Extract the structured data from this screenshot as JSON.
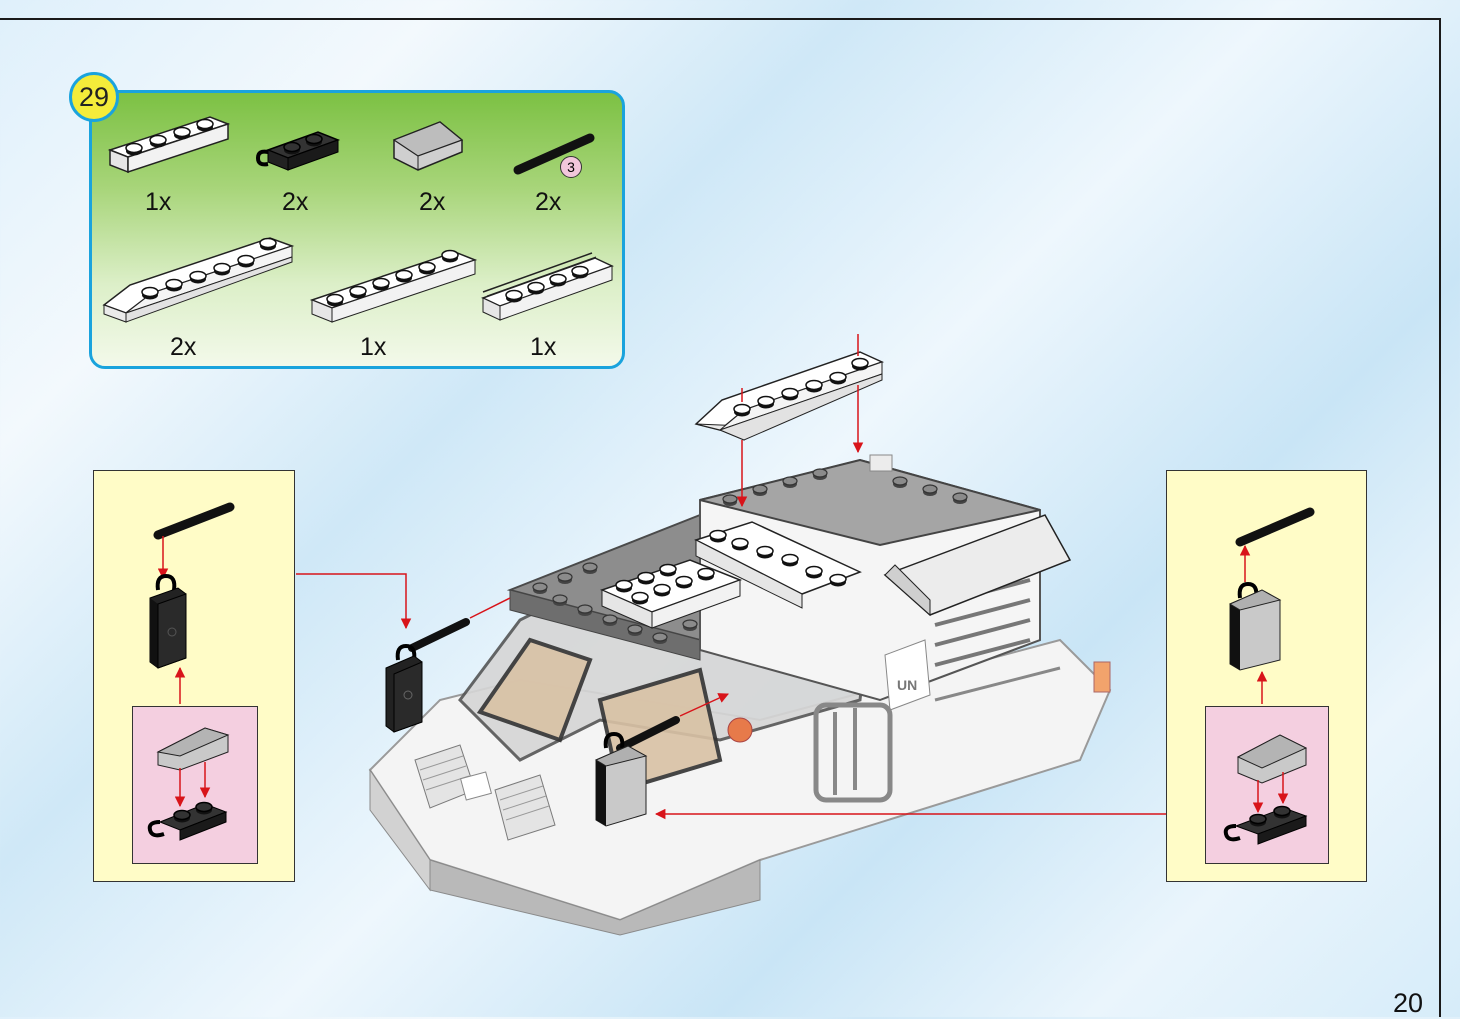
{
  "step": {
    "number": "29"
  },
  "page": {
    "number": "20"
  },
  "parts": {
    "row1": [
      {
        "name": "white-plate-1x4",
        "qty": "1x"
      },
      {
        "name": "black-plate-with-clip",
        "qty": "2x"
      },
      {
        "name": "gray-slope-brick",
        "qty": "2x"
      },
      {
        "name": "black-bar",
        "qty": "2x",
        "length_label": "3"
      }
    ],
    "row2": [
      {
        "name": "white-wedge-plate-1x6",
        "qty": "2x"
      },
      {
        "name": "white-plate-1x6",
        "qty": "1x"
      },
      {
        "name": "white-plate-with-rail",
        "qty": "1x"
      }
    ]
  },
  "colors": {
    "panel_border": "#1aa3dd",
    "panel_top": "#7cc143",
    "badge": "#f4ec3a",
    "callout_bg": "#fffcc7",
    "subpanel_bg": "#f4cfe0",
    "arrow": "#d8141a"
  }
}
